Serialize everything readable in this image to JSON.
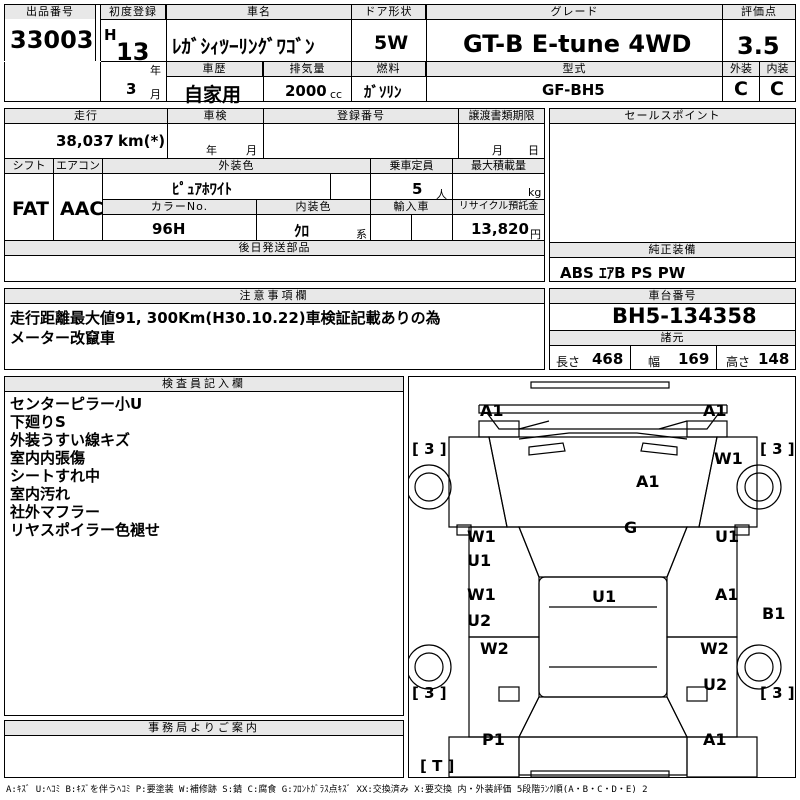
{
  "top": {
    "lot_label": "出品番号",
    "lot_value": "33003",
    "first_reg_label": "初度登録",
    "era_letter": "H",
    "year_value": "13",
    "year_unit": "年",
    "month_value": "3",
    "month_unit": "月",
    "car_name_label": "車名",
    "car_name_value": "ﾚｶﾞｼｨﾂｰﾘﾝｸﾞﾜｺﾞﾝ",
    "door_label": "ドア形状",
    "door_value": "5W",
    "grade_label": "グレード",
    "grade_value": "GT-B E-tune 4WD",
    "score_label": "評価点",
    "score_value": "3.5",
    "history_label": "車歴",
    "history_value": "自家用",
    "displacement_label": "排気量",
    "displacement_value": "2000",
    "displacement_unit": "cc",
    "fuel_label": "燃料",
    "fuel_value": "ｶﾞｿﾘﾝ",
    "model_label": "型式",
    "model_value": "GF-BH5",
    "exterior_label": "外装",
    "exterior_value": "C",
    "interior_label": "内装",
    "interior_value": "C"
  },
  "spec": {
    "mileage_label": "走行",
    "mileage_value": "38,037",
    "mileage_unit": "km(*)",
    "inspection_label": "車検",
    "year_unit": "年",
    "month_unit": "月",
    "reg_label": "登録番号",
    "transfer_label": "譲渡書類期限",
    "day_unit": "日",
    "shift_label": "シフト",
    "shift_value": "FAT",
    "ac_label": "エアコン",
    "ac_value": "AAC",
    "ext_color_label": "外装色",
    "ext_color_value": "ﾋﾟｭｱﾎﾜｲﾄ",
    "capacity_label": "乗車定員",
    "capacity_value": "5",
    "capacity_unit": "人",
    "load_label": "最大積載量",
    "load_unit": "kg",
    "color_no_label": "カラーNo.",
    "color_no_value": "96H",
    "int_color_label": "内装色",
    "int_color_value": "ｸﾛ",
    "int_color_unit": "系",
    "import_label": "輸入車",
    "recycle_label": "リサイクル預託金",
    "recycle_value": "13,820",
    "recycle_unit": "円",
    "later_parts_label": "後日発送部品"
  },
  "sales": {
    "label": "セールスポイント",
    "equipment_label": "純正装備",
    "equipment_value": "ABS ｴｱB PS PW"
  },
  "caution": {
    "label": "注意事項欄",
    "line1": "走行距離最大値91, 300Km(H30.10.22)車検証記載ありの為",
    "line2": "メーター改竄車"
  },
  "chassis": {
    "label": "車台番号",
    "value": "BH5-134358",
    "dims_label": "諸元",
    "length_label": "長さ",
    "length_value": "468",
    "width_label": "幅",
    "width_value": "169",
    "height_label": "高さ",
    "height_value": "148"
  },
  "inspector": {
    "label": "検査員記入欄",
    "notes": [
      "センターピラー小U",
      "下廻りS",
      "外装うすい線キズ",
      "室内内張傷",
      "シートすれ中",
      "室内汚れ",
      "社外マフラー",
      "リヤスポイラー色褪せ"
    ]
  },
  "office": {
    "label": "事務局よりご案内"
  },
  "diagram": {
    "front_left": "A1",
    "front_right": "A1",
    "bracket_tl": "[ 3 ]",
    "bracket_tr": "[ 3 ]",
    "bracket_bl": "[ 3 ]",
    "bracket_br": "[ 3 ]",
    "bracket_t": "[ T ]",
    "wheel_fr": "W1",
    "hood": "A1",
    "roof": "G",
    "door_fl_top": "W1",
    "door_fl_bottom": "U1",
    "door_fr": "U1",
    "door_rl_top": "W1",
    "door_rl_bottom": "U2",
    "door_rr": "A1",
    "trunk": "U1",
    "side_rr": "B1",
    "wheel_rl": "W2",
    "wheel_rr": "W2",
    "rear_right_low": "U2",
    "rear_left": "P1",
    "rear_right": "A1"
  },
  "legend": "A:ｷｽﾞ U:ﾍｺﾐ B:ｷｽﾞを伴うﾍｺﾐ P:要塗装 W:補修跡 S:錆 C:腐食 G:ﾌﾛﾝﾄｶﾞﾗｽ点ｷｽﾞ XX:交換済み X:要交換  内・外装評価 5段階ﾗﾝｸ順(A・B・C・D・E) 2"
}
